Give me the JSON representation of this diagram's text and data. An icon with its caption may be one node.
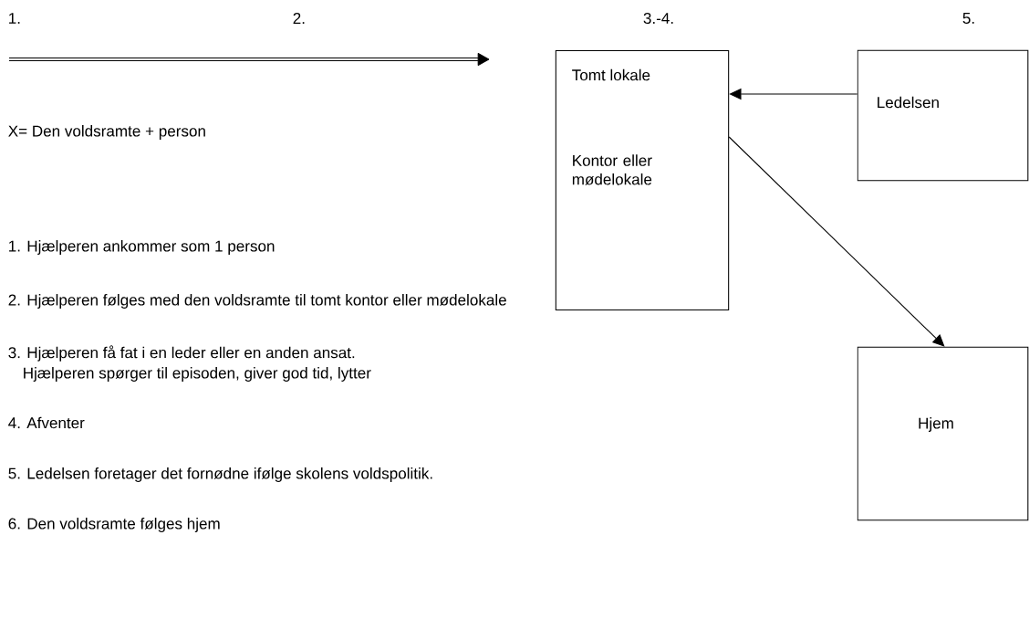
{
  "diagram": {
    "nodes": [
      {
        "text": [
          "Tomt lokale",
          "Kontor eller mødelokale"
        ]
      },
      {
        "text": [
          "Ledelsen"
        ]
      },
      {
        "text": [
          "Hjem"
        ]
      }
    ],
    "edges": [
      {
        "from": 1,
        "to": 0,
        "arrow": "to"
      },
      {
        "from": 0,
        "to": 2,
        "arrow": "to"
      }
    ],
    "labels": [
      "1.",
      "2.",
      "3.-4.",
      "5.",
      "X= Den voldsramte + person",
      "1. Hjælperen ankommer som 1 person",
      "2. Hjælperen følges med den voldsramte til tomt kontor eller mødelokale",
      "3. Hjælperen få fat i en leder eller en anden ansat.",
      "Hjælperen spørger til episoden, giver god tid, lytter",
      "4. Afventer",
      "5.  Ledelsen foretager det fornødne ifølge skolens voldspolitik.",
      "6.  Den voldsramte følges hjem"
    ]
  }
}
